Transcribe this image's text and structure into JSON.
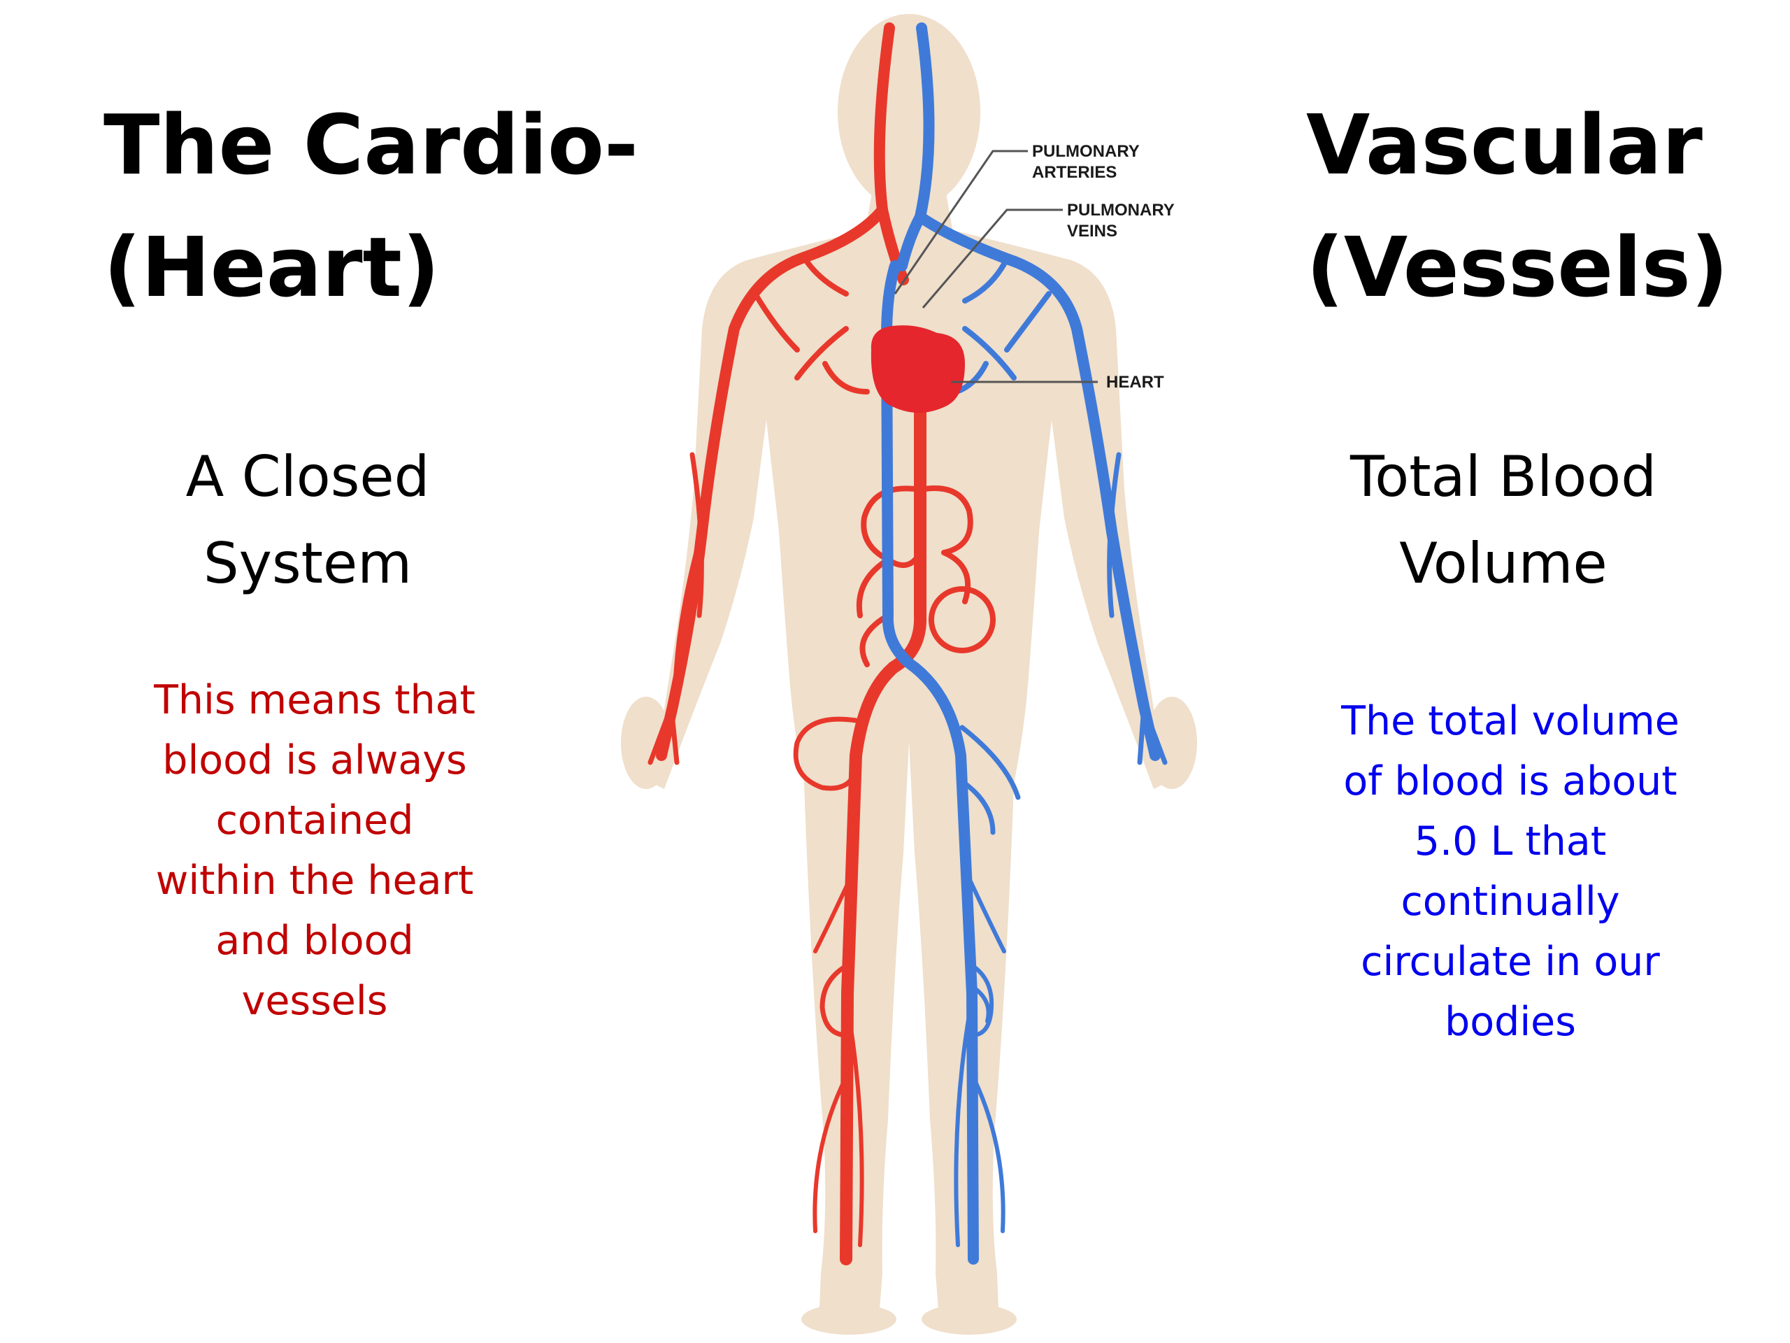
{
  "slide": {
    "title_left": "The Cardio-\n(Heart)",
    "title_left_line1": "The Cardio-",
    "title_left_line2": "(Heart)",
    "title_right_line1": "Vascular",
    "title_right_line2": "(Vessels)",
    "subtitle_left": "A Closed\nSystem",
    "subtitle_right": "Total Blood\nVolume",
    "note_left": "This means that\nblood is always\ncontained\nwithin the heart\nand blood\nvessels",
    "note_right": "The total volume\nof blood is about\n5.0 L that\ncontinually\ncirculate in our\nbodies"
  },
  "diagram": {
    "labels": {
      "pulmonary_arteries_1": "PULMONARY",
      "pulmonary_arteries_2": "ARTERIES",
      "pulmonary_veins_1": "PULMONARY",
      "pulmonary_veins_2": "VEINS",
      "heart": "HEART"
    }
  },
  "colors": {
    "artery": "#e8382b",
    "vein": "#3f7ad9",
    "body": "#efdfcb",
    "heart": "#e5262d",
    "note_left": "#c00000",
    "note_right": "#0000ee"
  }
}
